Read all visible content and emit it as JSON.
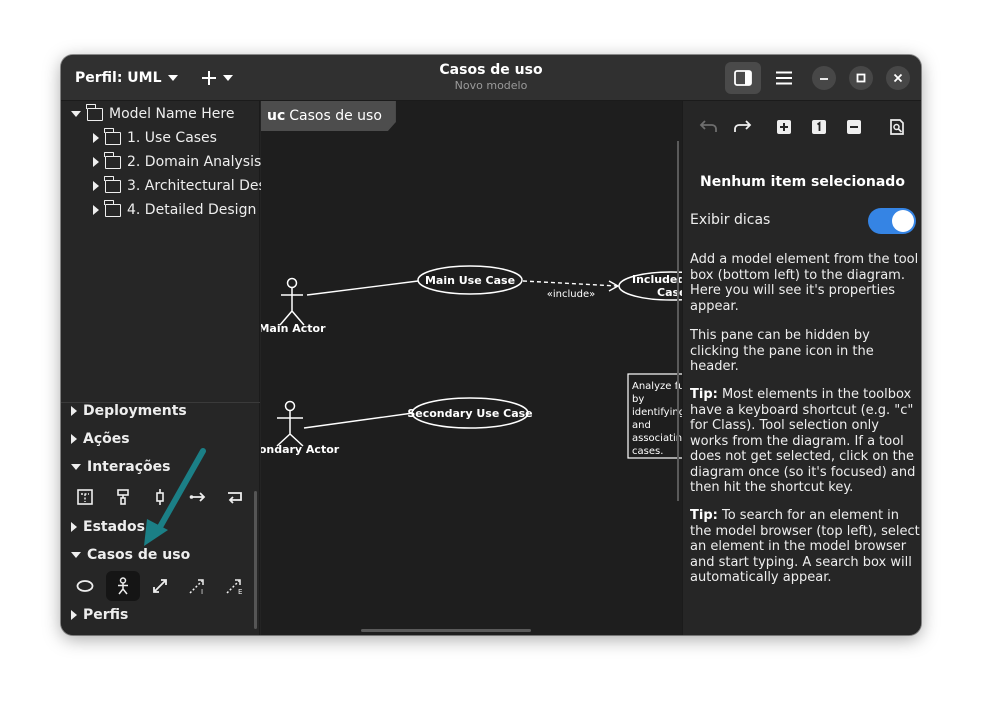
{
  "headerbar": {
    "profile_label": "Perfil: UML",
    "title": "Casos de uso",
    "subtitle": "Novo modelo"
  },
  "model_tree": {
    "root": "Model Name Here",
    "children": [
      "1. Use Cases",
      "2. Domain Analysis",
      "3. Architectural Des",
      "4. Detailed Design"
    ]
  },
  "toolbox": {
    "sections": [
      "Deployments",
      "Ações",
      "Interações",
      "Estados",
      "Casos de uso",
      "Perfis"
    ],
    "interacoes_tools": [
      "lifeline-icon",
      "execution-spec-icon",
      "interaction-icon",
      "message-icon",
      "reflexive-message-icon"
    ],
    "casos_tools": [
      "use-case-icon",
      "actor-icon",
      "association-icon",
      "include-icon",
      "extend-icon"
    ]
  },
  "diagram": {
    "tab_keyword": "uc",
    "tab_name": "Casos de uso",
    "actors": [
      "Main Actor",
      "ondary Actor"
    ],
    "use_cases": [
      "Main Use Case",
      "Secondary Use Case",
      "Included",
      "Case"
    ],
    "include_label": "«include»",
    "comment_lines": [
      "Analyze fu",
      "by",
      "identifying",
      "and",
      "associatin",
      "cases."
    ]
  },
  "property_pane": {
    "no_selection": "Nenhum item selecionado",
    "hints_label": "Exibir dicas",
    "hints_enabled": true,
    "para1": "Add a model element from the tool box (bottom left) to the diagram. Here you will see it's properties appear.",
    "para2": "This pane can be hidden by clicking the pane icon in the header.",
    "tip_label": "Tip:",
    "tip1": "Most elements in the toolbox have a keyboard shortcut (e.g. \"c\" for Class). Tool selection only works from the diagram. If a tool does not get selected, click on the diagram once (so it's focused) and then hit the shortcut key.",
    "tip2": "To search for an element in the model browser (top left), select an element in the model browser and start typing. A search box will automatically appear."
  },
  "colors": {
    "window_bg": "#242424",
    "accent": "#3584e4",
    "arrow": "#1b7f86"
  }
}
